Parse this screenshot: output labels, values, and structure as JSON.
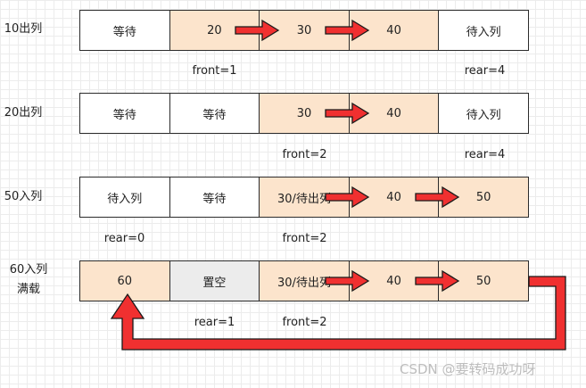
{
  "rows": [
    {
      "label_lines": [
        "10出列"
      ],
      "cells": [
        {
          "text": "等待",
          "state": "empty"
        },
        {
          "text": "20",
          "state": "occupied"
        },
        {
          "text": "30",
          "state": "occupied"
        },
        {
          "text": "40",
          "state": "occupied"
        },
        {
          "text": "待入列",
          "state": "empty"
        }
      ],
      "arrows_after_cell": [
        1,
        2
      ],
      "pointers": [
        {
          "text": "front=1",
          "cell": 1
        },
        {
          "text": "rear=4",
          "cell": 4
        }
      ]
    },
    {
      "label_lines": [
        "20出列"
      ],
      "cells": [
        {
          "text": "等待",
          "state": "empty"
        },
        {
          "text": "等待",
          "state": "empty"
        },
        {
          "text": "30",
          "state": "occupied"
        },
        {
          "text": "40",
          "state": "occupied"
        },
        {
          "text": "待入列",
          "state": "empty"
        }
      ],
      "arrows_after_cell": [
        2
      ],
      "pointers": [
        {
          "text": "front=2",
          "cell": 2
        },
        {
          "text": "rear=4",
          "cell": 4
        }
      ]
    },
    {
      "label_lines": [
        "50入列"
      ],
      "cells": [
        {
          "text": "待入列",
          "state": "empty"
        },
        {
          "text": "等待",
          "state": "empty"
        },
        {
          "text": "30/待出列",
          "state": "occupied"
        },
        {
          "text": "40",
          "state": "occupied"
        },
        {
          "text": "50",
          "state": "occupied"
        }
      ],
      "arrows_after_cell": [
        2,
        3
      ],
      "pointers": [
        {
          "text": "rear=0",
          "cell": 0
        },
        {
          "text": "front=2",
          "cell": 2
        }
      ]
    },
    {
      "label_lines": [
        "60入列",
        "满载"
      ],
      "cells": [
        {
          "text": "60",
          "state": "occupied"
        },
        {
          "text": "置空",
          "state": "cleared"
        },
        {
          "text": "30/待出列",
          "state": "occupied"
        },
        {
          "text": "40",
          "state": "occupied"
        },
        {
          "text": "50",
          "state": "occupied"
        }
      ],
      "arrows_after_cell": [
        2,
        3
      ],
      "wrap_arrow": true,
      "pointers": [
        {
          "text": "rear=1",
          "cell": 1
        },
        {
          "text": "front=2",
          "cell": 2
        }
      ]
    }
  ],
  "colors": {
    "occupied": "#fce4cc",
    "cleared": "#ececec",
    "empty": "#ffffff",
    "arrow_fill": "#f03030",
    "arrow_stroke": "#1a1a1a"
  },
  "watermark": "CSDN @要转码成功呀"
}
